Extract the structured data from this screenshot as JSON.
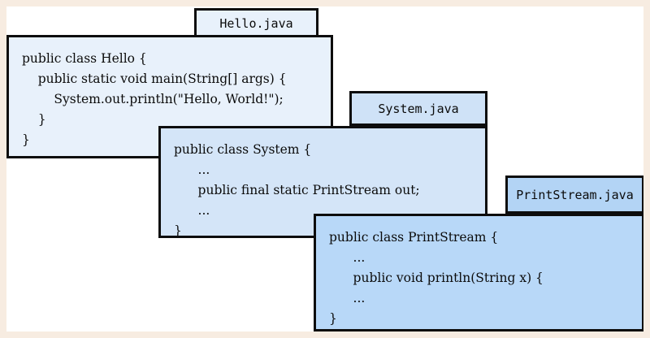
{
  "page": {
    "background_color": "#f7ece1",
    "canvas_color": "#ffffff",
    "border_color": "#0d0d0d"
  },
  "windows": [
    {
      "id": "hello",
      "tab_label": "Hello.java",
      "tab_color": "#e8f1fb",
      "body_color": "#e8f1fb",
      "code": "public class Hello {\n    public static void main(String[] args) {\n        System.out.println(\"Hello, World!\");\n    }\n}"
    },
    {
      "id": "system",
      "tab_label": "System.java",
      "tab_color": "#cfe2f7",
      "body_color": "#d4e5f8",
      "code": "public class System {\n      ...\n      public final static PrintStream out;\n      ...\n}"
    },
    {
      "id": "printstream",
      "tab_label": "PrintStream.java",
      "tab_color": "#b3d4f5",
      "body_color": "#b8d8f8",
      "code": "public class PrintStream {\n      ...\n      public void println(String x) {\n      ...\n}"
    }
  ]
}
